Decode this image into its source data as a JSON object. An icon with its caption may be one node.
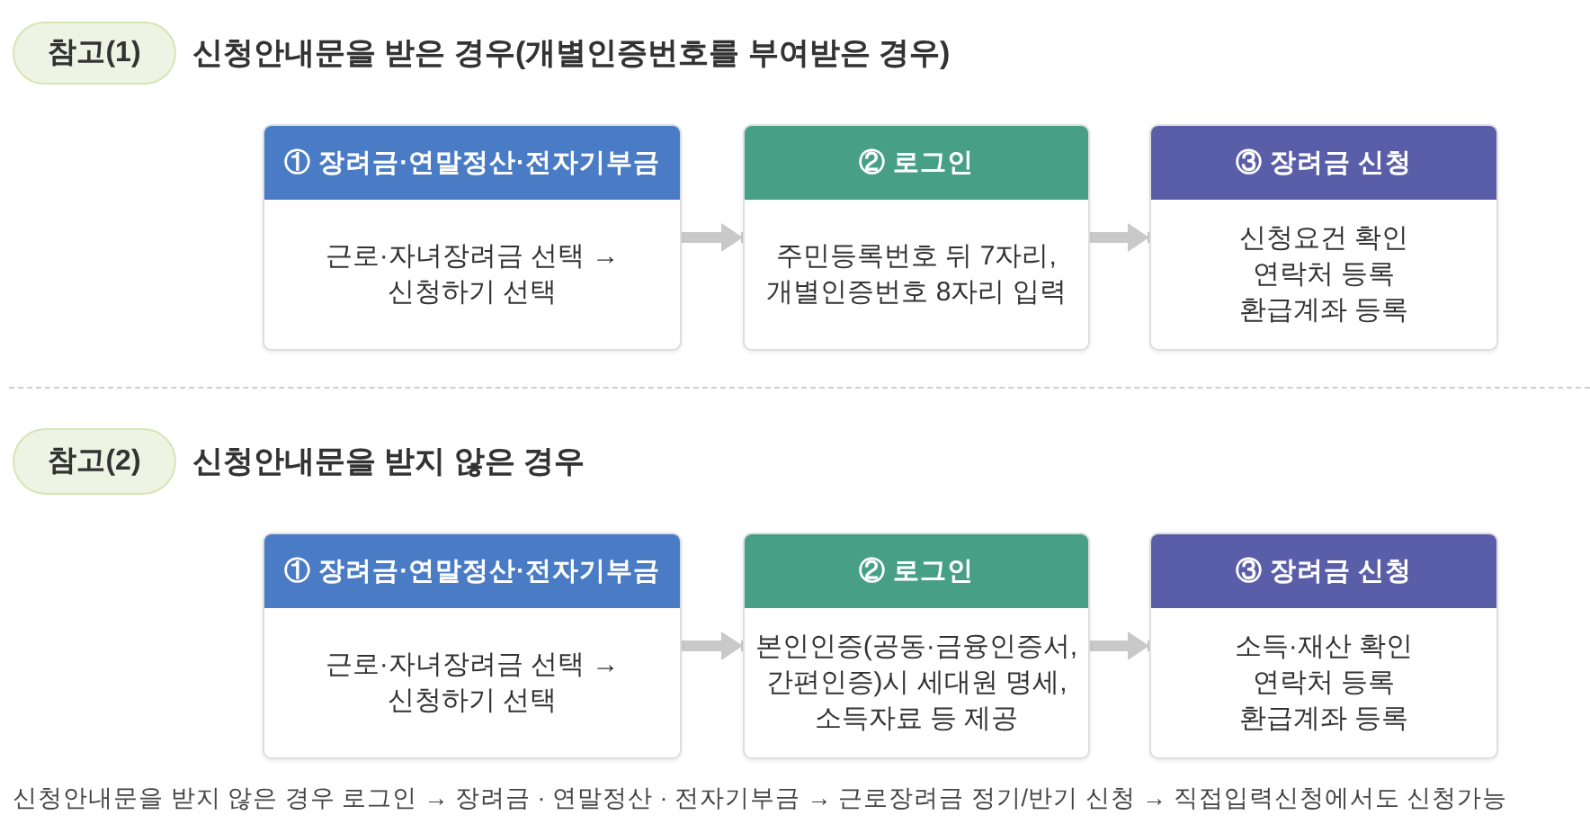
{
  "diagram": {
    "nodes": [
      {
        "text": [
          "참고(1)"
        ],
        "beside": [
          "신청안내문을 받은 경우(개별인증번호를 부여받은 경우)"
        ]
      },
      {
        "text": [
          "① 장려금·연말정산·전자기부금",
          "근로·자녀장려금 선택 → 신청하기 선택"
        ]
      },
      {
        "text": [
          "② 로그인",
          "주민등록번호 뒤 7자리, 개별인증번호 8자리 입력"
        ]
      },
      {
        "text": [
          "③ 장려금 신청",
          "신청요건 확인 연락처 등록 환급계좌 등록"
        ]
      },
      {
        "text": [
          "참고(2)"
        ],
        "beside": [
          "신청안내문을 받지 않은 경우"
        ]
      },
      {
        "text": [
          "① 장려금·연말정산·전자기부금",
          "근로·자녀장려금 선택 → 신청하기 선택"
        ]
      },
      {
        "text": [
          "② 로그인",
          "본인인증(공동·금융인증서, 간편인증)시 세대원 명세, 소득자료 등 제공"
        ]
      },
      {
        "text": [
          "③ 장려금 신청",
          "소득·재산 확인 연락처 등록 환급계좌 등록"
        ]
      }
    ],
    "edges": [
      {
        "from": 1,
        "to": 2,
        "arrow": "to"
      },
      {
        "from": 2,
        "to": 3,
        "arrow": "to"
      },
      {
        "from": 5,
        "to": 6,
        "arrow": "to"
      },
      {
        "from": 6,
        "to": 7,
        "arrow": "to"
      }
    ],
    "labels": [
      "신청안내문을 받지 않은 경우 로그인 → 장려금 · 연말정산 · 전자기부금 → 근로장려금 정기/반기 신청 → 직접입력신청에서도 신청가능"
    ]
  }
}
